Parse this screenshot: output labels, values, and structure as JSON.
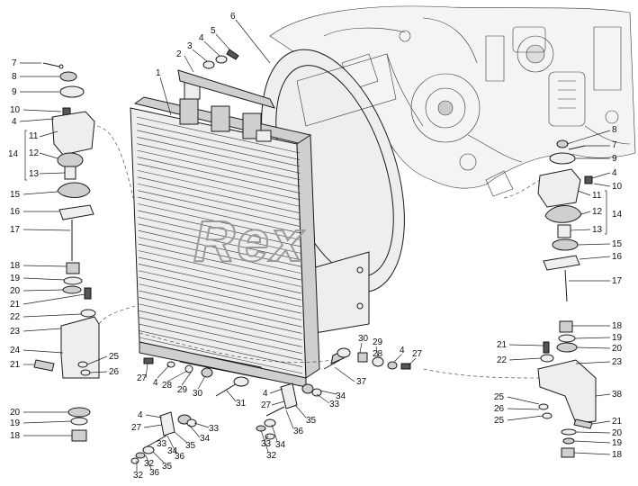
{
  "colors": {
    "ink": "#1a1a1a",
    "paper": "#ffffff",
    "watermark": "#9a9a9a"
  },
  "watermark": {
    "text": "Rex"
  },
  "callouts": [
    {
      "id": "c1",
      "label": "1"
    },
    {
      "id": "c2",
      "label": "2"
    },
    {
      "id": "c3",
      "label": "3"
    },
    {
      "id": "c4",
      "label": "4"
    },
    {
      "id": "c5",
      "label": "5"
    },
    {
      "id": "c6",
      "label": "6"
    },
    {
      "id": "cL7",
      "label": "7"
    },
    {
      "id": "cL8",
      "label": "8"
    },
    {
      "id": "cL9",
      "label": "9"
    },
    {
      "id": "cL10",
      "label": "10"
    },
    {
      "id": "cL4",
      "label": "4"
    },
    {
      "id": "cL11",
      "label": "11"
    },
    {
      "id": "cL12",
      "label": "12"
    },
    {
      "id": "cL14",
      "label": "14"
    },
    {
      "id": "cL13",
      "label": "13"
    },
    {
      "id": "cL15",
      "label": "15"
    },
    {
      "id": "cL16",
      "label": "16"
    },
    {
      "id": "cL17",
      "label": "17"
    },
    {
      "id": "cL18",
      "label": "18"
    },
    {
      "id": "cL19",
      "label": "19"
    },
    {
      "id": "cL20",
      "label": "20"
    },
    {
      "id": "cL21",
      "label": "21"
    },
    {
      "id": "cL22",
      "label": "22"
    },
    {
      "id": "cL23",
      "label": "23"
    },
    {
      "id": "cL24",
      "label": "24"
    },
    {
      "id": "cL21b",
      "label": "21"
    },
    {
      "id": "cL25",
      "label": "25"
    },
    {
      "id": "cL26",
      "label": "26"
    },
    {
      "id": "cL20b",
      "label": "20"
    },
    {
      "id": "cL19b",
      "label": "19"
    },
    {
      "id": "cL18b",
      "label": "18"
    },
    {
      "id": "cR8",
      "label": "8"
    },
    {
      "id": "cR7",
      "label": "7"
    },
    {
      "id": "cR9",
      "label": "9"
    },
    {
      "id": "cR4",
      "label": "4"
    },
    {
      "id": "cR10",
      "label": "10"
    },
    {
      "id": "cR11",
      "label": "11"
    },
    {
      "id": "cR12",
      "label": "12"
    },
    {
      "id": "cR14",
      "label": "14"
    },
    {
      "id": "cR13",
      "label": "13"
    },
    {
      "id": "cR15",
      "label": "15"
    },
    {
      "id": "cR16",
      "label": "16"
    },
    {
      "id": "cR17",
      "label": "17"
    },
    {
      "id": "cR18",
      "label": "18"
    },
    {
      "id": "cR19",
      "label": "19"
    },
    {
      "id": "cR21",
      "label": "21"
    },
    {
      "id": "cR20",
      "label": "20"
    },
    {
      "id": "cR22",
      "label": "22"
    },
    {
      "id": "cR23",
      "label": "23"
    },
    {
      "id": "cR38",
      "label": "38"
    },
    {
      "id": "cR25a",
      "label": "25"
    },
    {
      "id": "cR26",
      "label": "26"
    },
    {
      "id": "cR25b",
      "label": "25"
    },
    {
      "id": "cR21b",
      "label": "21"
    },
    {
      "id": "cR20b",
      "label": "20"
    },
    {
      "id": "cR19b",
      "label": "19"
    },
    {
      "id": "cR18b",
      "label": "18"
    },
    {
      "id": "cB30",
      "label": "30"
    },
    {
      "id": "cB29",
      "label": "29"
    },
    {
      "id": "cB28",
      "label": "28"
    },
    {
      "id": "cB4",
      "label": "4"
    },
    {
      "id": "cB27",
      "label": "27"
    },
    {
      "id": "cB37",
      "label": "37"
    },
    {
      "id": "cB27b",
      "label": "27"
    },
    {
      "id": "cB4b",
      "label": "4"
    },
    {
      "id": "cB28b",
      "label": "28"
    },
    {
      "id": "cB29b",
      "label": "29"
    },
    {
      "id": "cB30b",
      "label": "30"
    },
    {
      "id": "cB31",
      "label": "31"
    },
    {
      "id": "cB4c",
      "label": "4"
    },
    {
      "id": "cB27c",
      "label": "27"
    },
    {
      "id": "cB35",
      "label": "35"
    },
    {
      "id": "cB33",
      "label": "33"
    },
    {
      "id": "cB34",
      "label": "34"
    },
    {
      "id": "cB36",
      "label": "36"
    },
    {
      "id": "cB4d",
      "label": "4"
    },
    {
      "id": "cB27d",
      "label": "27"
    },
    {
      "id": "cB35b",
      "label": "35"
    },
    {
      "id": "cB33b",
      "label": "33"
    },
    {
      "id": "cB34b",
      "label": "34"
    },
    {
      "id": "cB36b",
      "label": "36"
    },
    {
      "id": "cB33c",
      "label": "33"
    },
    {
      "id": "cB32",
      "label": "32"
    },
    {
      "id": "cB34c",
      "label": "34"
    },
    {
      "id": "cB35c",
      "label": "35"
    },
    {
      "id": "cB36c",
      "label": "36"
    },
    {
      "id": "cB32b",
      "label": "32"
    },
    {
      "id": "cB33d",
      "label": "33"
    },
    {
      "id": "cB34d",
      "label": "34"
    },
    {
      "id": "cB32c",
      "label": "32"
    }
  ]
}
